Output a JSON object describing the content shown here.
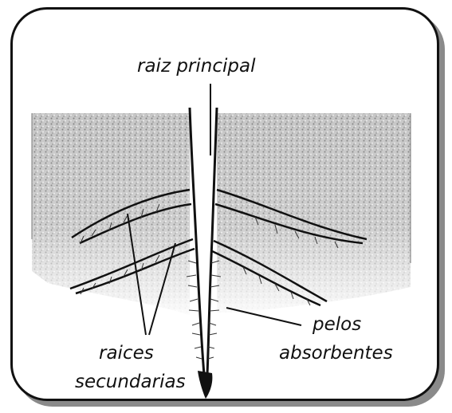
{
  "labels": {
    "main_root": "raiz principal",
    "secondary_line1": "raices",
    "secondary_line2": "secundarias",
    "hairs_line1": "pelos",
    "hairs_line2": "absorbentes"
  }
}
